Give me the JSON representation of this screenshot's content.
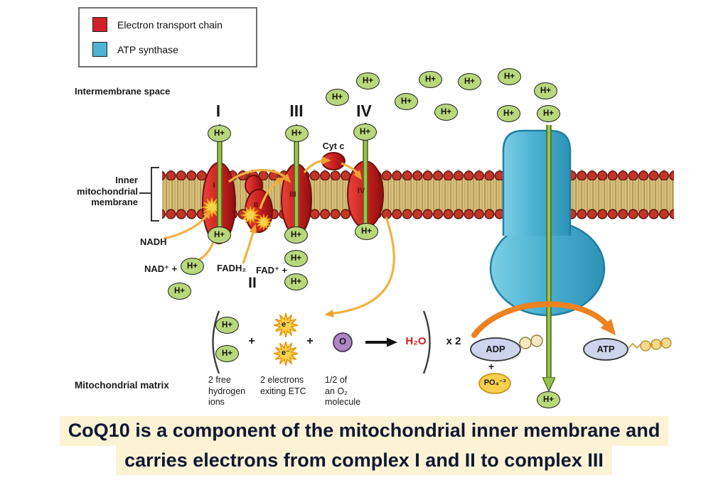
{
  "legend": {
    "items": [
      {
        "label": "Electron transport chain",
        "color": "#cf2127"
      },
      {
        "label": "ATP synthase",
        "color": "#4db4d2"
      }
    ]
  },
  "regions": {
    "intermembrane_space": "Intermembrane space",
    "inner_membrane": "Inner\nmitochondrial\nmembrane",
    "matrix": "Mitochondrial matrix"
  },
  "complexes": {
    "header_I": "I",
    "header_III": "III",
    "header_IV": "IV",
    "big_II": "II",
    "I": "I",
    "II": "II",
    "III": "III",
    "IV": "IV",
    "cyt_c": "Cyt c"
  },
  "molecules": {
    "nadh": "NADH",
    "nad_plus": "NAD⁺ +",
    "fadh2": "FADH₂",
    "fad_plus": "FAD⁺ +",
    "hplus": "H+",
    "electron": "e⁻",
    "oxygen": "O",
    "water": "H₂O",
    "times2": "x 2",
    "plus": "+",
    "adp": "ADP",
    "atp": "ATP",
    "phosphate": "PO₄⁻³"
  },
  "equation_notes": {
    "free_h": "2 free\nhydrogen\nions",
    "electrons": "2 electrons\nexiting ETC",
    "half_o2": "1/2 of\nan O₂\nmolecule"
  },
  "caption": {
    "line1": "CoQ10 is a component of the mitochondrial inner membrane and",
    "line2": "carries electrons from complex I and II to complex III"
  },
  "colors": {
    "etc_red": "#cf2127",
    "atp_synthase_teal": "#4db4d2",
    "h_ion_green": "#b9d77b",
    "electron_star_yellow": "#f7d348",
    "proton_arrow_green": "#9cc14e",
    "electron_arrow_yellow": "#f2b240",
    "adp_atp_arrow_orange": "#ee8220",
    "water_red": "#da1f1f",
    "caption_bg": "#fcf3d4"
  }
}
